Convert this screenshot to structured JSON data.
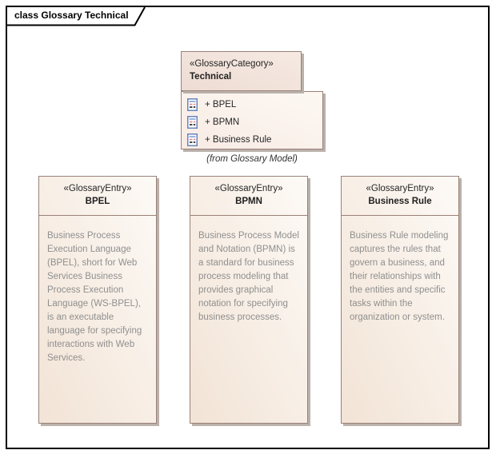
{
  "frame": {
    "label": "class Glossary Technical"
  },
  "category": {
    "stereotype": "«GlossaryCategory»",
    "name": "Technical",
    "attributes": [
      {
        "icon": "attribute-icon",
        "label": "+ BPEL"
      },
      {
        "icon": "attribute-icon",
        "label": "+ BPMN"
      },
      {
        "icon": "attribute-icon",
        "label": "+ Business Rule"
      }
    ],
    "from_note": "(from Glossary Model)"
  },
  "entries": [
    {
      "stereotype": "«GlossaryEntry»",
      "name": "BPEL",
      "description": "Business Process Execution Language (BPEL), short for Web Services Business Process Execution Language (WS-BPEL), is an executable language for specifying interactions with Web Services."
    },
    {
      "stereotype": "«GlossaryEntry»",
      "name": "BPMN",
      "description": "Business Process Model and Notation (BPMN) is a standard for business process modeling that provides graphical notation for specifying business processes."
    },
    {
      "stereotype": "«GlossaryEntry»",
      "name": "Business Rule",
      "description": "Business Rule modeling captures the rules that govern a business, and their relationships with the entities and specific tasks within the organization or system."
    }
  ],
  "colors": {
    "frame_border": "#000000",
    "element_border": "#9a8178",
    "shadow": "#bab1ac",
    "category_header_fill": "#f0e2da",
    "attribute_compartment_fill": "#fdf6f0",
    "entry_fill_top": "#fdfaf6",
    "entry_fill_bottom": "#f2e3d5",
    "body_text": "#8f8f8f",
    "title_text": "#1f1f1f",
    "attr_icon_blue": "#6884c2",
    "attr_icon_red": "#e4827c",
    "attr_icon_dark": "#474747"
  }
}
